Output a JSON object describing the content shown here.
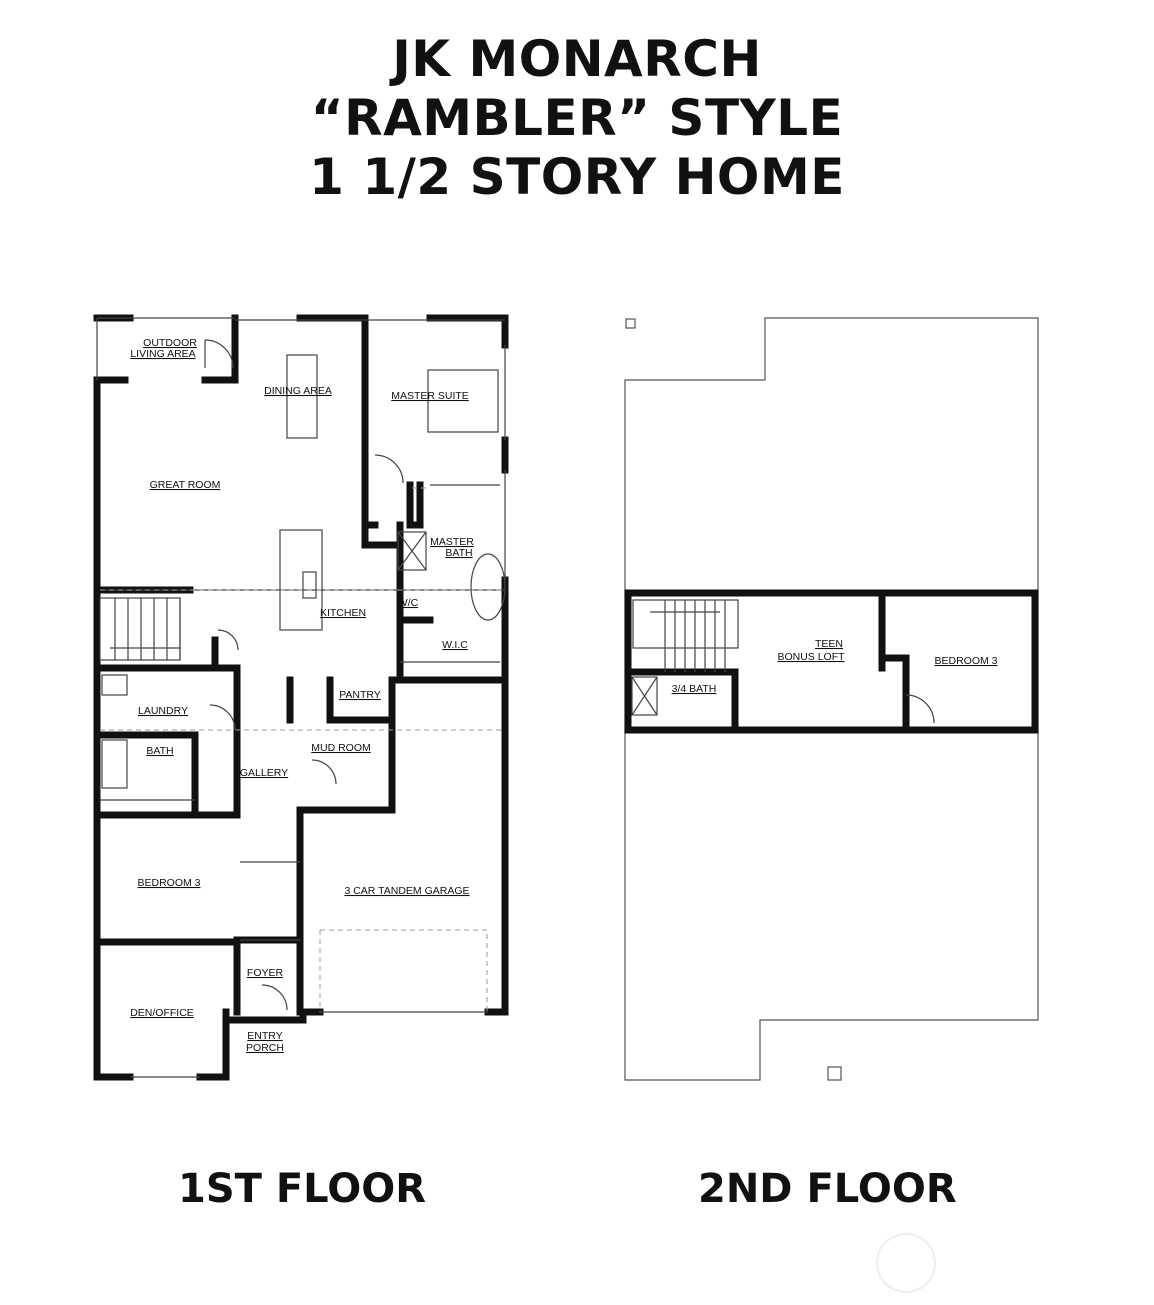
{
  "title": {
    "line1": "JK MONARCH",
    "line2": "“RAMBLER” STYLE",
    "line3": "1 1/2 STORY HOME"
  },
  "first_floor": {
    "label": "1ST FLOOR",
    "rooms": {
      "outdoor1": "OUTDOOR",
      "outdoor2": "LIVING AREA",
      "dining": "DINING AREA",
      "master_suite": "MASTER SUITE",
      "great_room": "GREAT ROOM",
      "master_bath1": "MASTER",
      "master_bath2": "BATH",
      "wc": "W/C",
      "kitchen": "KITCHEN",
      "wic": "W.I.C",
      "pantry": "PANTRY",
      "laundry": "LAUNDRY",
      "bath": "BATH",
      "mud_room": "MUD ROOM",
      "gallery": "GALLERY",
      "bedroom3": "BEDROOM 3",
      "garage": "3 CAR TANDEM GARAGE",
      "foyer": "FOYER",
      "den": "DEN/OFFICE",
      "porch1": "ENTRY",
      "porch2": "PORCH"
    }
  },
  "second_floor": {
    "label": "2ND FLOOR",
    "rooms": {
      "teen": "TEEN",
      "bonus_loft": "BONUS LOFT",
      "bedroom3": "BEDROOM 3",
      "bath34": "3/4 BATH"
    }
  }
}
